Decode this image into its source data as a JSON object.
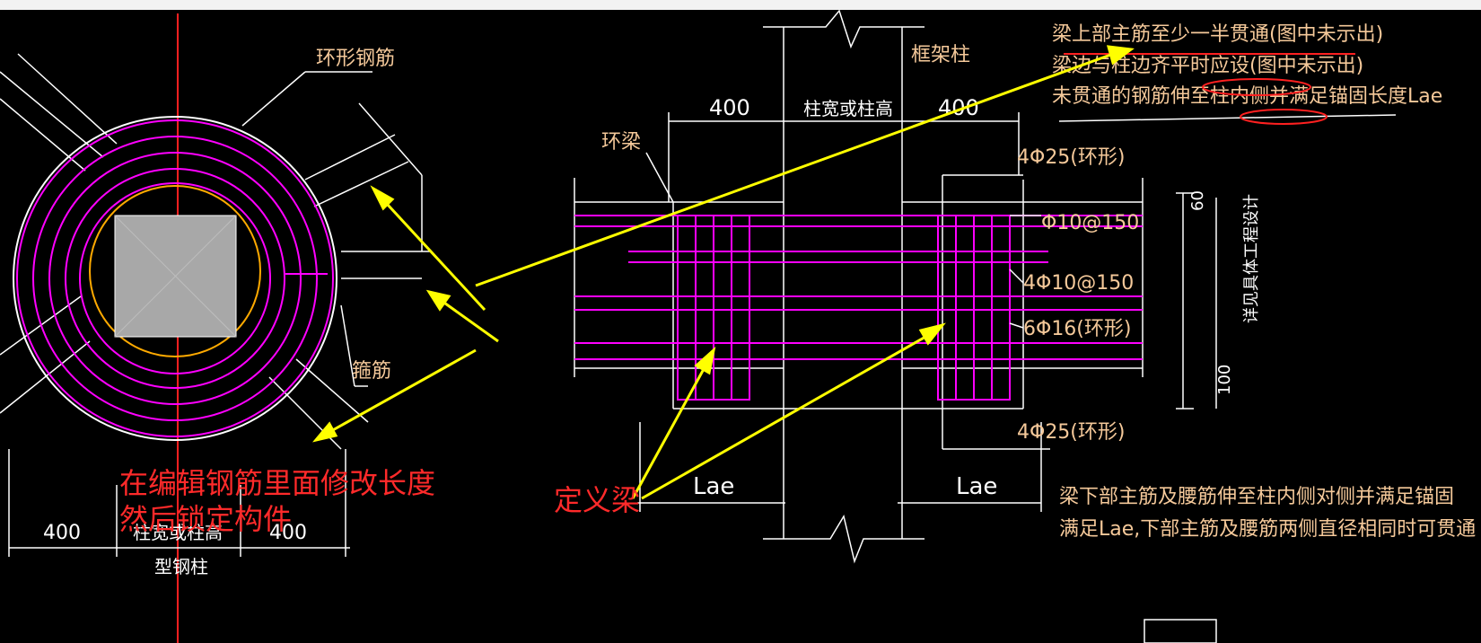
{
  "colors": {
    "background": "#000000",
    "magenta": "#ff00ff",
    "cad_text": "#f5c99a",
    "white": "#ffffff",
    "red": "#ff2020",
    "yellow": "#ffff00",
    "orange": "#ffaa00",
    "gray_column": "#a8a8a8"
  },
  "left_view": {
    "label_ring_rebar": "环形钢筋",
    "label_stirrup": "箍筋",
    "dim_left": "400",
    "dim_right": "400",
    "dim_center": "柱宽或柱高",
    "column_label": "型钢柱"
  },
  "right_view": {
    "dim_left": "400",
    "dim_center": "柱宽或柱高",
    "dim_right": "400",
    "label_ring_beam": "环梁",
    "label_column": "框架柱",
    "rebar_top": "4Φ25(环形)",
    "rebar_stirrup1": "Φ10@150",
    "rebar_stirrup2": "4Φ10@150",
    "rebar_side": "6Φ16(环形)",
    "rebar_bottom": "4Φ25(环形)",
    "dim_60": "60",
    "dim_100": "100",
    "vertical_note": "详见具体工程设计",
    "lae_left": "Lae",
    "lae_right": "Lae"
  },
  "notes": {
    "top_line1": "梁上部主筋至少一半贯通(图中未示出)",
    "top_line2": "梁边与柱边齐平时应设(图中未示出)",
    "top_line3": "未贯通的钢筋伸至柱内侧并满足锚固长度Lae",
    "bottom_line1": "梁下部主筋及腰筋伸至柱内侧对侧并满足锚固",
    "bottom_line2": "满足Lae,下部主筋及腰筋两侧直径相同时可贯通"
  },
  "annotations": {
    "edit_length_line1": "在编辑钢筋里面修改长度",
    "edit_length_line2": "然后锁定构件",
    "define_beam": "定义梁"
  }
}
